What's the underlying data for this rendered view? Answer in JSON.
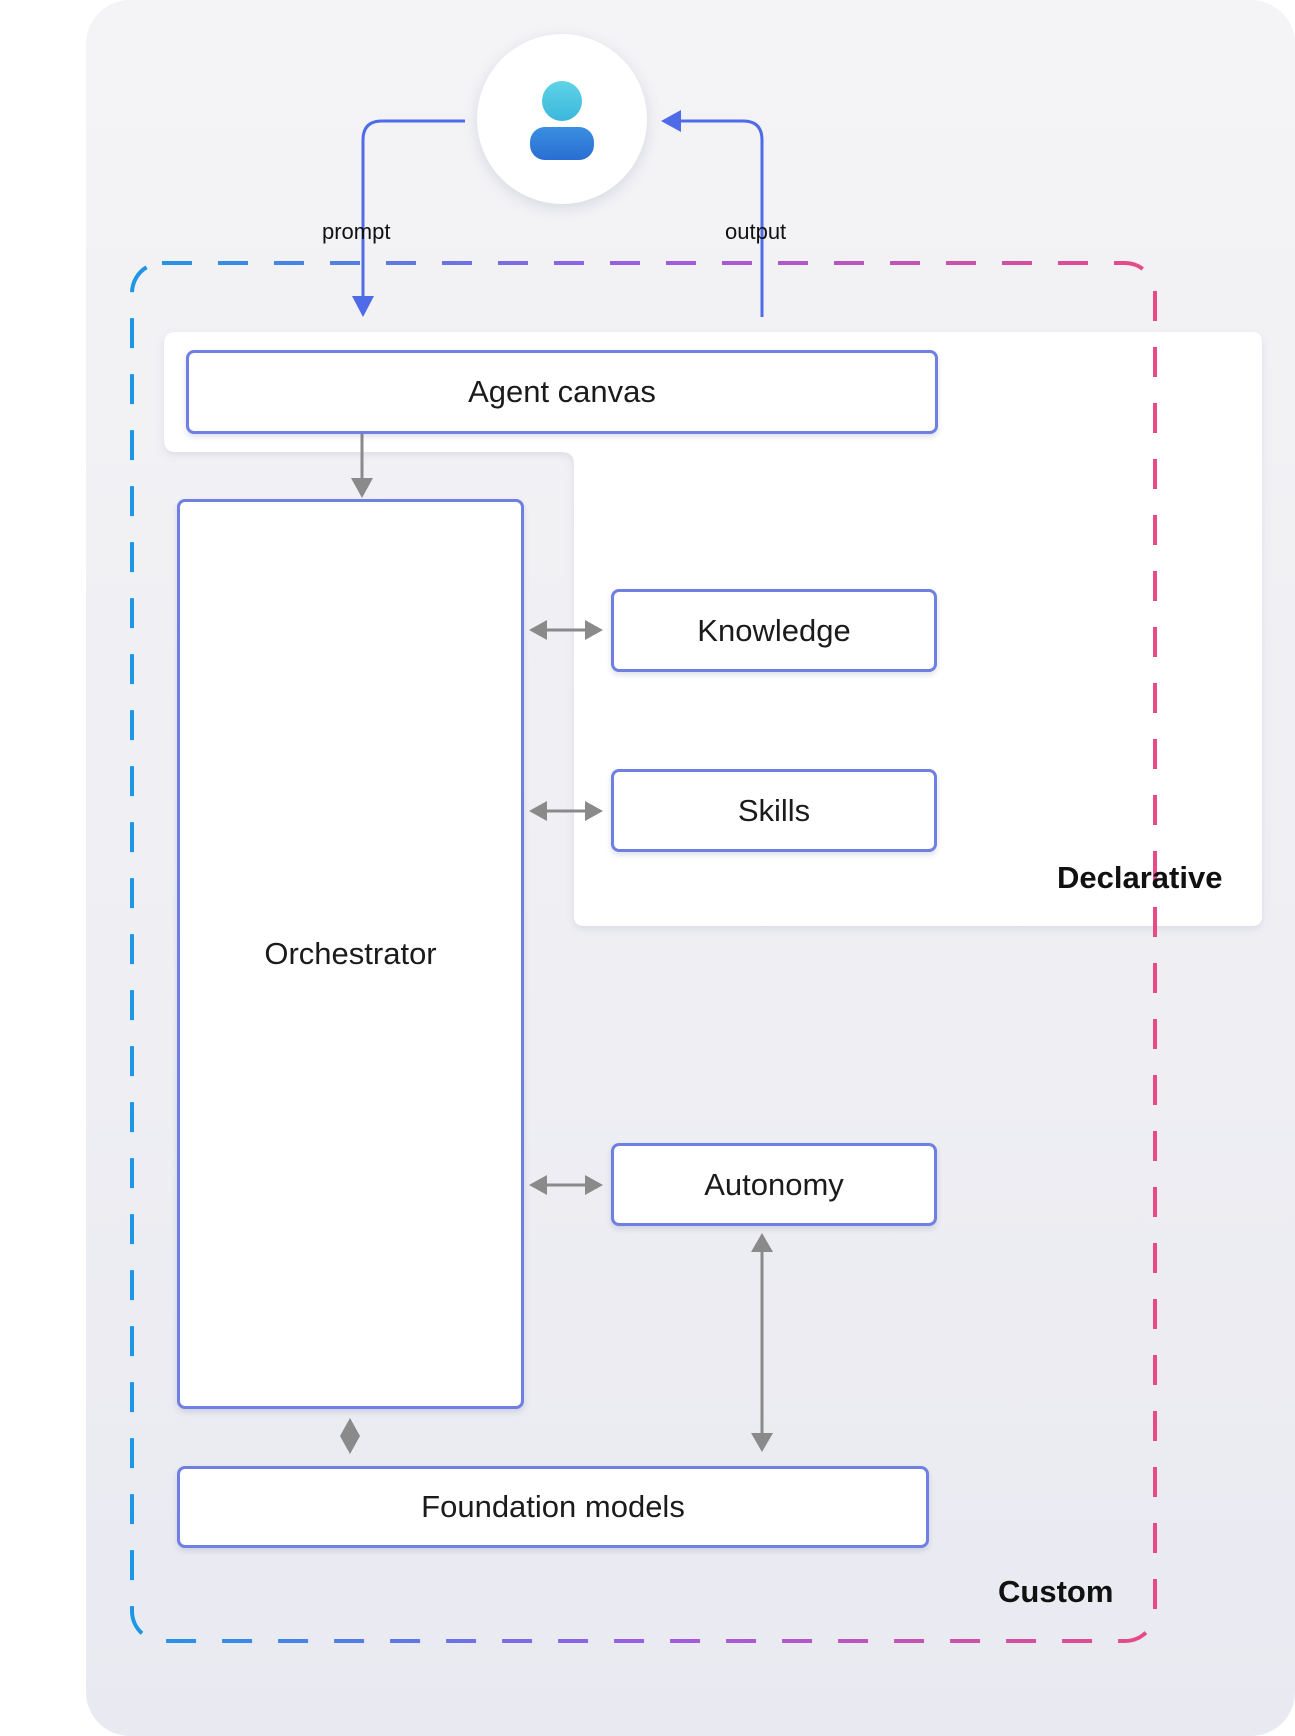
{
  "diagram": {
    "user": {
      "icon": "user-avatar-icon"
    },
    "flows": {
      "prompt_label": "prompt",
      "output_label": "output"
    },
    "boxes": {
      "agent_canvas": "Agent canvas",
      "orchestrator": "Orchestrator",
      "knowledge": "Knowledge",
      "skills": "Skills",
      "autonomy": "Autonomy",
      "foundation_models": "Foundation models"
    },
    "regions": {
      "declarative": "Declarative",
      "custom": "Custom"
    },
    "colors": {
      "box_border": "#6f7fe2",
      "flow_arrow": "#4f6be8",
      "connector_arrow": "#8a8a8a",
      "custom_border_start": "#1e96e6",
      "custom_border_mid": "#9b5de5",
      "custom_border_end": "#e84a86"
    }
  }
}
